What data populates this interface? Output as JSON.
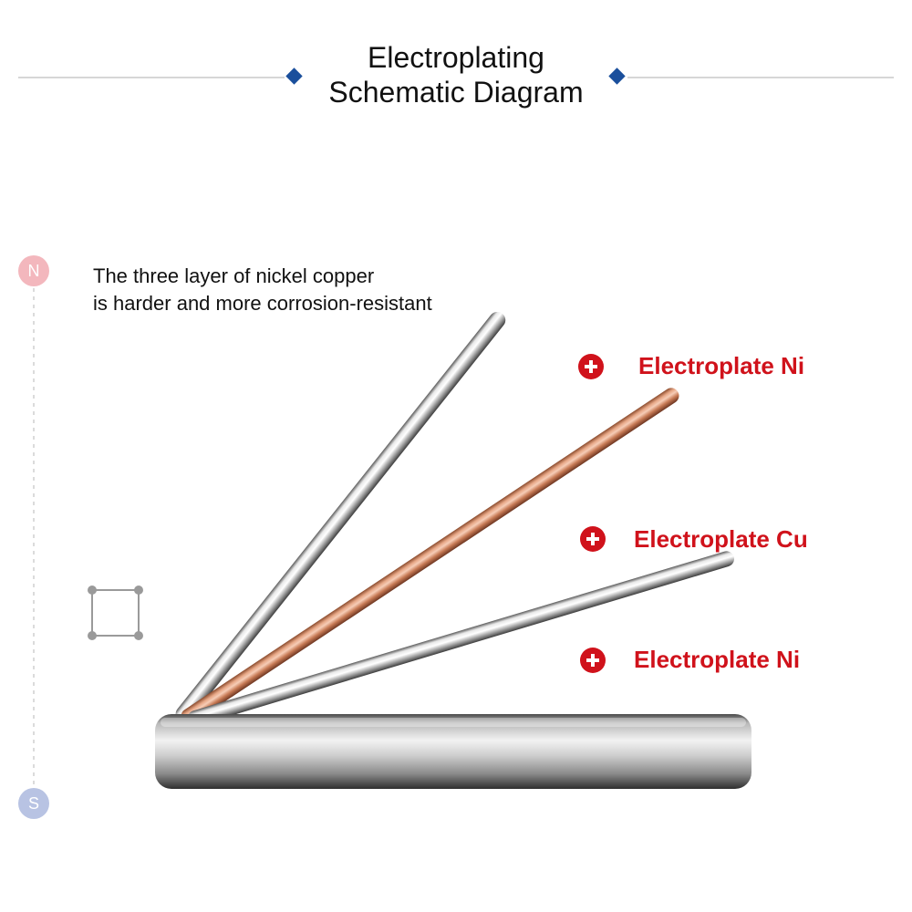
{
  "title": {
    "line1": "Electroplating",
    "line2": "Schematic Diagram"
  },
  "description": {
    "line1": "The three layer of nickel copper",
    "line2": "is harder and more corrosion-resistant"
  },
  "layers": [
    {
      "label": "Electroplate Ni",
      "material": "nickel"
    },
    {
      "label": "Electroplate Cu",
      "material": "copper"
    },
    {
      "label": "Electroplate Ni",
      "material": "nickel"
    }
  ],
  "axis": {
    "top": "N",
    "bottom": "S"
  },
  "colors": {
    "accent_blue": "#1a4f9c",
    "label_red": "#d0121b",
    "plus_red": "#d0121b",
    "axis_top": "#f3b7bd",
    "axis_bottom": "#b8c3e3",
    "divider": "#c8c8c8"
  },
  "icons": {
    "diamond_left": "diamond-icon",
    "diamond_right": "diamond-icon",
    "plus": "plus-circle-icon",
    "frame": "selection-frame-icon"
  }
}
